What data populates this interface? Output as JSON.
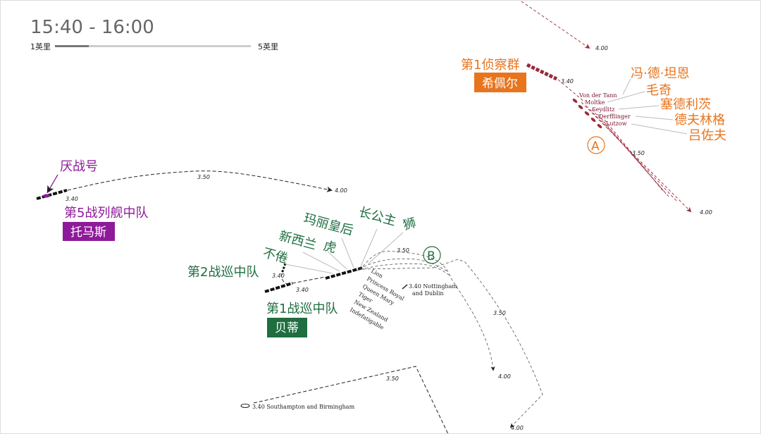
{
  "header": {
    "time_range": "15:40 - 16:00"
  },
  "scale_bar": {
    "min_label": "1英里",
    "max_label": "5英里",
    "fill_fraction": 0.17
  },
  "colors": {
    "german": "#e8741e",
    "british_bc": "#1f6e40",
    "british_bs": "#8e1a9a",
    "german_ships": "#9a2a3a"
  },
  "german": {
    "group_label": "第1侦察群",
    "commander": "希佩尔",
    "marker": "A",
    "ships_en": [
      "Von der Tann",
      "Moltke",
      "Seydlitz",
      "Derfflinger",
      "Lutzow"
    ],
    "ships_cn": [
      "冯·德·坦恩",
      "毛奇",
      "塞德利茨",
      "德夫林格",
      "吕佐夫"
    ],
    "times": [
      "3.40",
      "3.50",
      "4.00",
      "4.00"
    ]
  },
  "bs5": {
    "ship_label": "厌战号",
    "group_label": "第5战列舰中队",
    "commander": "托马斯",
    "times": [
      "3.40",
      "3.50",
      "4.00"
    ]
  },
  "bcs2": {
    "group_label": "第2战巡中队",
    "times": [
      "3.40",
      "3.40"
    ]
  },
  "bcs1": {
    "group_label": "第1战巡中队",
    "commander": "贝蒂",
    "marker": "B",
    "ships_en": [
      "Lion",
      "Princess Royal",
      "Queen Mary",
      "Tiger",
      "New Zealand",
      "Indefatigable"
    ],
    "ships_cn": [
      "狮",
      "长公主",
      "玛丽皇后",
      "虎",
      "新西兰",
      "不倦"
    ],
    "times": [
      "3.50",
      "3.50",
      "4.00",
      "4.00"
    ]
  },
  "light_cruisers": {
    "nottingham": "3.40 Nottingham",
    "nottingham2": "and Dublin",
    "southampton": "3.40 Southampton and Birmingham",
    "southampton_time": "3.50"
  }
}
